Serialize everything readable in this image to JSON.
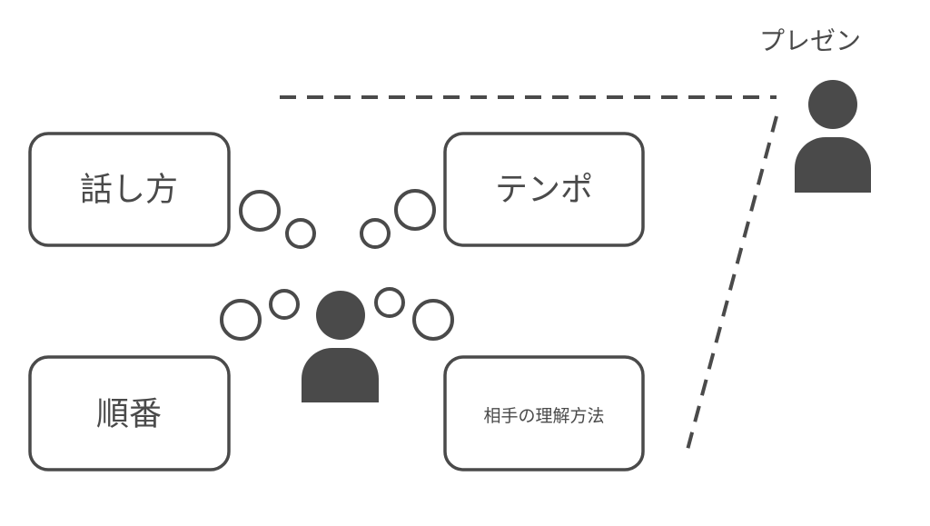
{
  "presenter_label": "プレゼン",
  "boxes": [
    {
      "label": "話し方"
    },
    {
      "label": "テンポ"
    },
    {
      "label": "順番"
    },
    {
      "label": "相手の理解方法"
    }
  ],
  "colors": {
    "stroke": "#4a4a4a",
    "background": "#ffffff"
  }
}
